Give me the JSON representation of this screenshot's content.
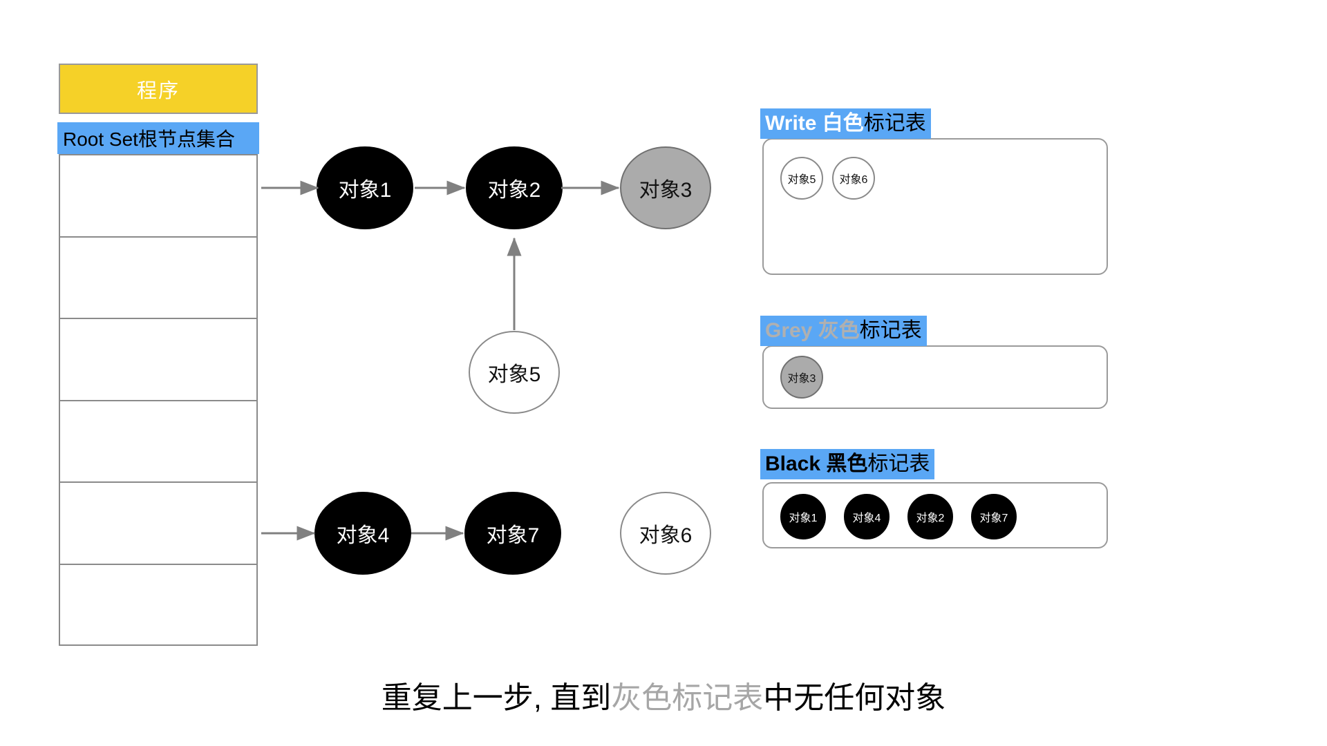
{
  "program": {
    "label": "程序",
    "color": "#F5D128"
  },
  "root_set": {
    "label": "Root Set根节点集合",
    "color": "#5AA7F5"
  },
  "stack": {
    "rows": [
      "",
      "",
      "",
      "",
      "",
      ""
    ]
  },
  "graph": {
    "nodes": [
      {
        "id": "obj1",
        "label": "对象1",
        "style": "black"
      },
      {
        "id": "obj2",
        "label": "对象2",
        "style": "black"
      },
      {
        "id": "obj3",
        "label": "对象3",
        "style": "gray"
      },
      {
        "id": "obj5",
        "label": "对象5",
        "style": "white"
      },
      {
        "id": "obj4",
        "label": "对象4",
        "style": "black"
      },
      {
        "id": "obj7",
        "label": "对象7",
        "style": "black"
      },
      {
        "id": "obj6",
        "label": "对象6",
        "style": "white"
      }
    ],
    "edges": [
      {
        "from": "root-set",
        "to": "obj1"
      },
      {
        "from": "obj1",
        "to": "obj2"
      },
      {
        "from": "obj2",
        "to": "obj3"
      },
      {
        "from": "obj5",
        "to": "obj2"
      },
      {
        "from": "root-set",
        "to": "obj4"
      },
      {
        "from": "obj4",
        "to": "obj7"
      }
    ]
  },
  "panels": [
    {
      "id": "white-table",
      "title_en": "Write",
      "title_color_seg": " 白色",
      "title_rest": "标记表",
      "title_style": "white",
      "items": [
        {
          "label": "对象5",
          "style": "white"
        },
        {
          "label": "对象6",
          "style": "white"
        }
      ]
    },
    {
      "id": "grey-table",
      "title_en": "Grey",
      "title_color_seg": " 灰色",
      "title_rest": "标记表",
      "title_style": "gray",
      "items": [
        {
          "label": "对象3",
          "style": "gray"
        }
      ]
    },
    {
      "id": "black-table",
      "title_en": "Black",
      "title_color_seg": " 黑色",
      "title_rest": "标记表",
      "title_style": "black",
      "items": [
        {
          "label": "对象1",
          "style": "black"
        },
        {
          "label": "对象4",
          "style": "black"
        },
        {
          "label": "对象2",
          "style": "black"
        },
        {
          "label": "对象7",
          "style": "black"
        }
      ]
    }
  ],
  "caption": {
    "part1": "重复上一步, 直到",
    "highlight": "灰色标记表",
    "part2": "中无任何对象"
  },
  "colors": {
    "accent_blue": "#5AA7F5",
    "accent_yellow": "#F5D128",
    "gray_object": "#ABABAB",
    "border_gray": "#8A8A8A",
    "arrow_gray": "#808080"
  }
}
